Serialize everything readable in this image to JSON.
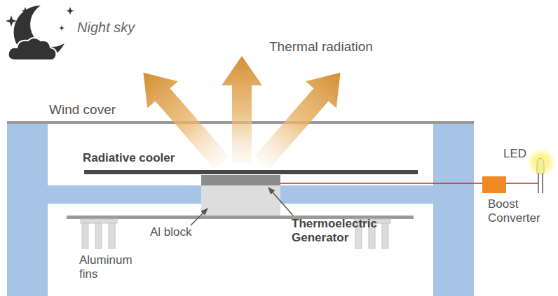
{
  "diagram": {
    "nodes": [
      {
        "text": [
          "Boost Converter"
        ]
      }
    ],
    "labels": [
      "Night sky",
      "Thermal radiation",
      "Wind cover",
      "Radiative cooler",
      "Al block",
      "Thermoelectric Generator",
      "Aluminum fins",
      "LED"
    ]
  }
}
